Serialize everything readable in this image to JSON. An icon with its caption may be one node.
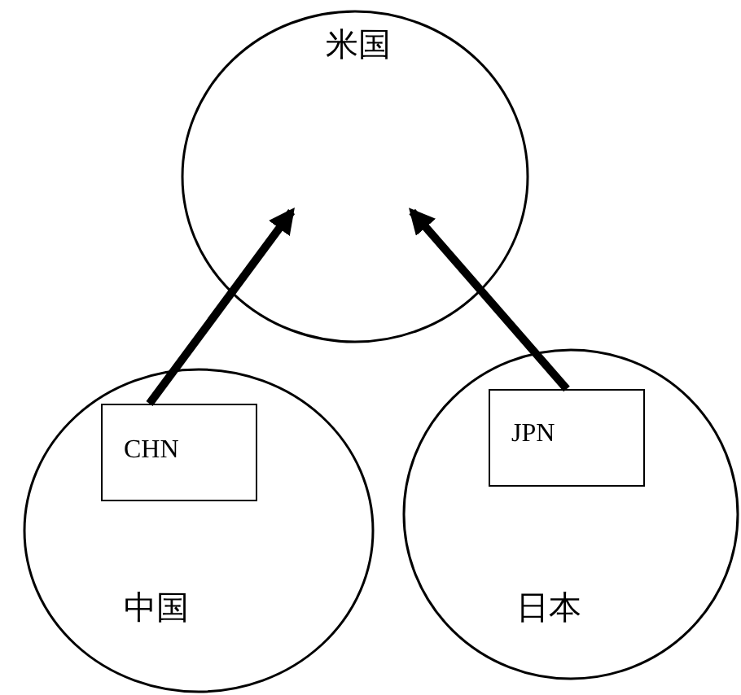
{
  "diagram": {
    "nodes": [
      {
        "text": [
          "米国"
        ]
      },
      {
        "text": [
          "中国"
        ]
      },
      {
        "text": [
          "CHN"
        ],
        "in": 1
      },
      {
        "text": [
          "日本"
        ]
      },
      {
        "text": [
          "JPN"
        ],
        "in": 3
      }
    ],
    "edges": [
      {
        "from": 2,
        "to": 0,
        "arrow": "to"
      },
      {
        "from": 4,
        "to": 0,
        "arrow": "to"
      }
    ]
  }
}
